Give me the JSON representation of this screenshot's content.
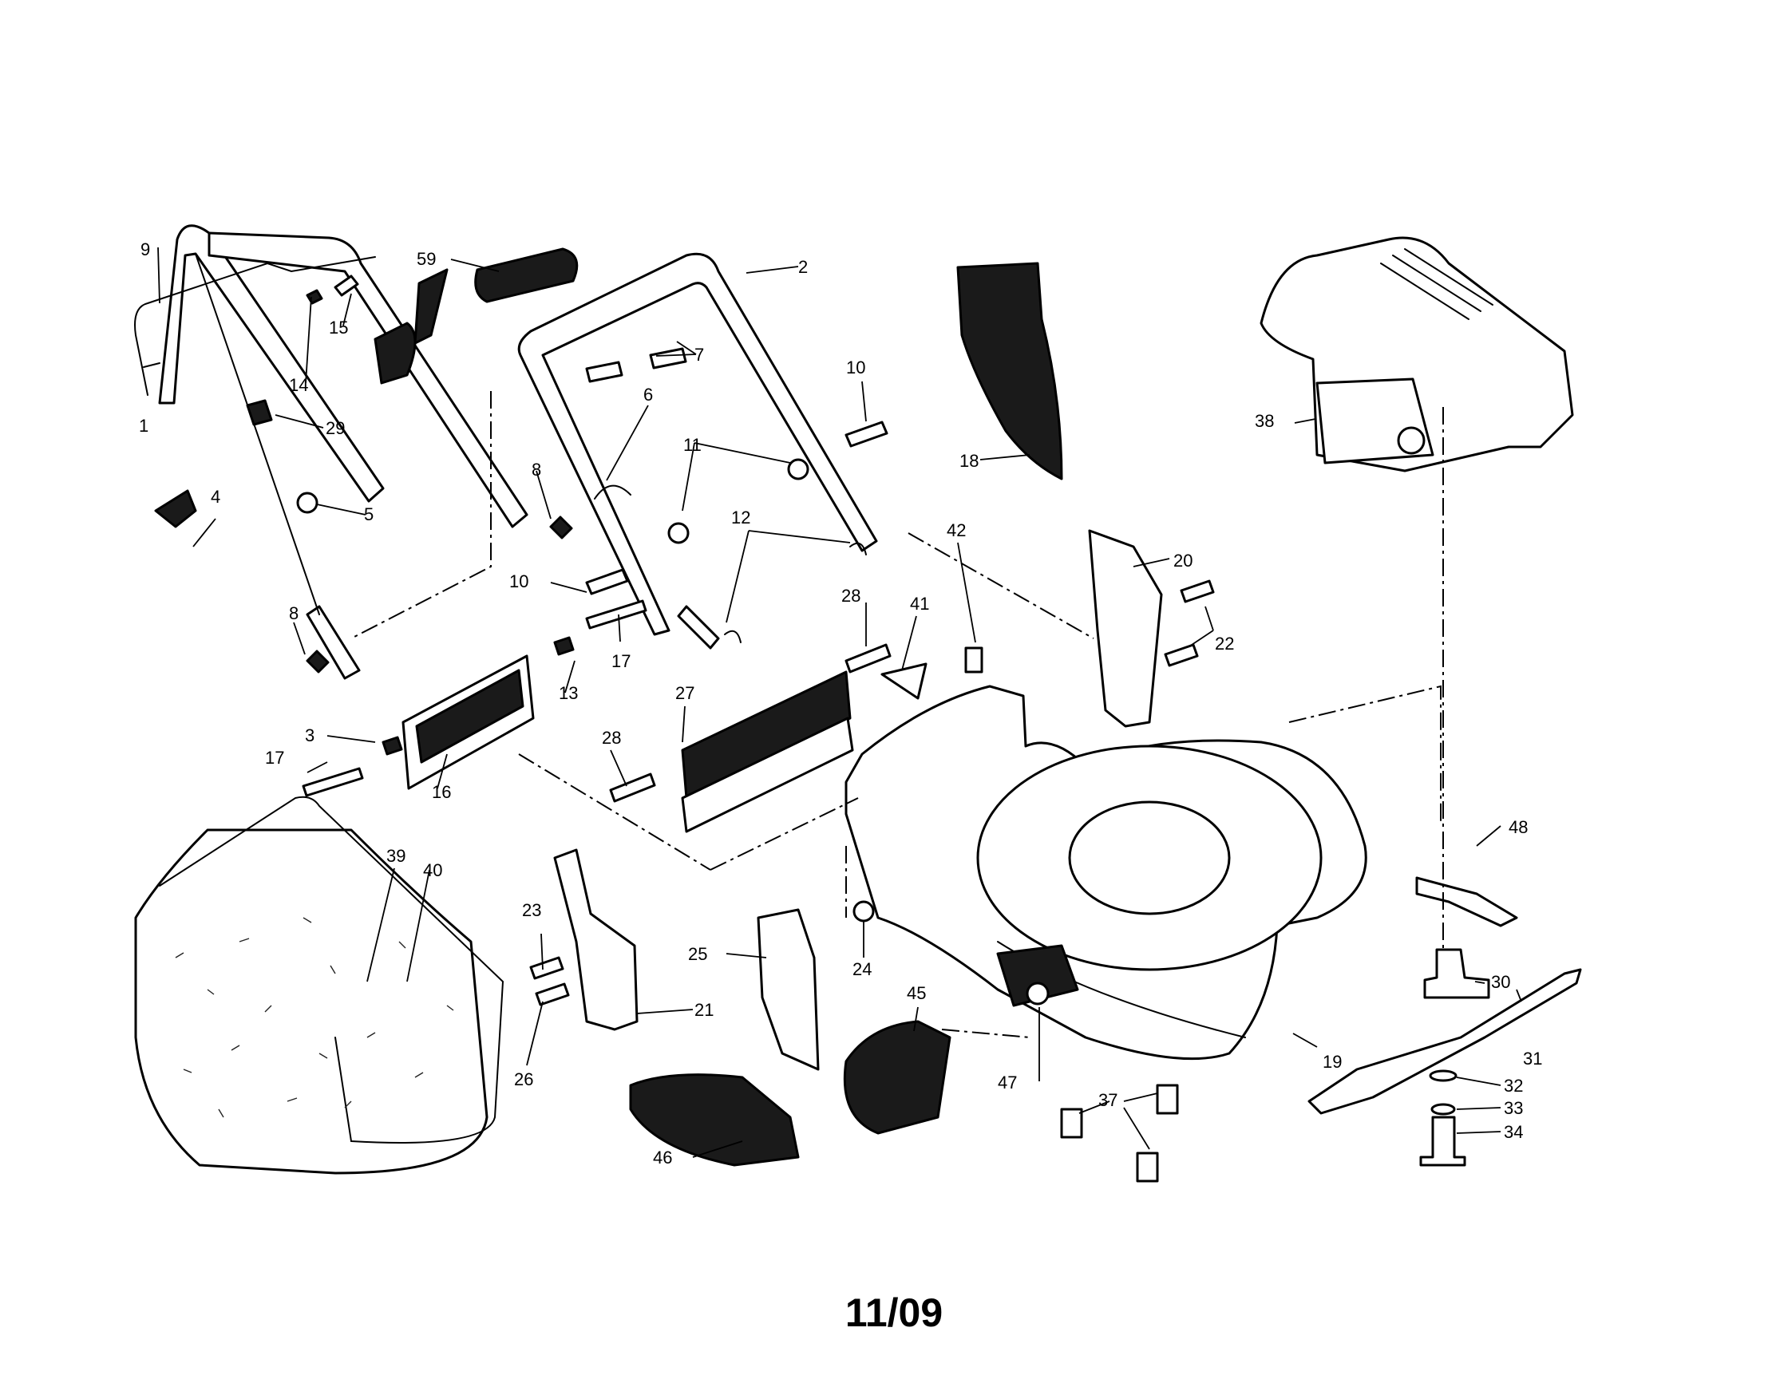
{
  "page": {
    "date_code": "11/09"
  },
  "callouts": [
    {
      "id": "c1",
      "label": "1"
    },
    {
      "id": "c2",
      "label": "2"
    },
    {
      "id": "c3",
      "label": "3"
    },
    {
      "id": "c4",
      "label": "4"
    },
    {
      "id": "c5",
      "label": "5"
    },
    {
      "id": "c6",
      "label": "6"
    },
    {
      "id": "c7",
      "label": "7"
    },
    {
      "id": "c8a",
      "label": "8"
    },
    {
      "id": "c8b",
      "label": "8"
    },
    {
      "id": "c9",
      "label": "9"
    },
    {
      "id": "c10a",
      "label": "10"
    },
    {
      "id": "c10b",
      "label": "10"
    },
    {
      "id": "c11",
      "label": "11"
    },
    {
      "id": "c12",
      "label": "12"
    },
    {
      "id": "c13",
      "label": "13"
    },
    {
      "id": "c14",
      "label": "14"
    },
    {
      "id": "c15",
      "label": "15"
    },
    {
      "id": "c16",
      "label": "16"
    },
    {
      "id": "c17a",
      "label": "17"
    },
    {
      "id": "c17b",
      "label": "17"
    },
    {
      "id": "c18",
      "label": "18"
    },
    {
      "id": "c19",
      "label": "19"
    },
    {
      "id": "c20",
      "label": "20"
    },
    {
      "id": "c21",
      "label": "21"
    },
    {
      "id": "c22",
      "label": "22"
    },
    {
      "id": "c23",
      "label": "23"
    },
    {
      "id": "c24",
      "label": "24"
    },
    {
      "id": "c25",
      "label": "25"
    },
    {
      "id": "c26",
      "label": "26"
    },
    {
      "id": "c27",
      "label": "27"
    },
    {
      "id": "c28a",
      "label": "28"
    },
    {
      "id": "c28b",
      "label": "28"
    },
    {
      "id": "c29",
      "label": "29"
    },
    {
      "id": "c30",
      "label": "30"
    },
    {
      "id": "c31",
      "label": "31"
    },
    {
      "id": "c32",
      "label": "32"
    },
    {
      "id": "c33",
      "label": "33"
    },
    {
      "id": "c34",
      "label": "34"
    },
    {
      "id": "c37",
      "label": "37"
    },
    {
      "id": "c38",
      "label": "38"
    },
    {
      "id": "c39",
      "label": "39"
    },
    {
      "id": "c40",
      "label": "40"
    },
    {
      "id": "c41",
      "label": "41"
    },
    {
      "id": "c42",
      "label": "42"
    },
    {
      "id": "c45",
      "label": "45"
    },
    {
      "id": "c46",
      "label": "46"
    },
    {
      "id": "c47",
      "label": "47"
    },
    {
      "id": "c48",
      "label": "48"
    },
    {
      "id": "c59",
      "label": "59"
    }
  ]
}
